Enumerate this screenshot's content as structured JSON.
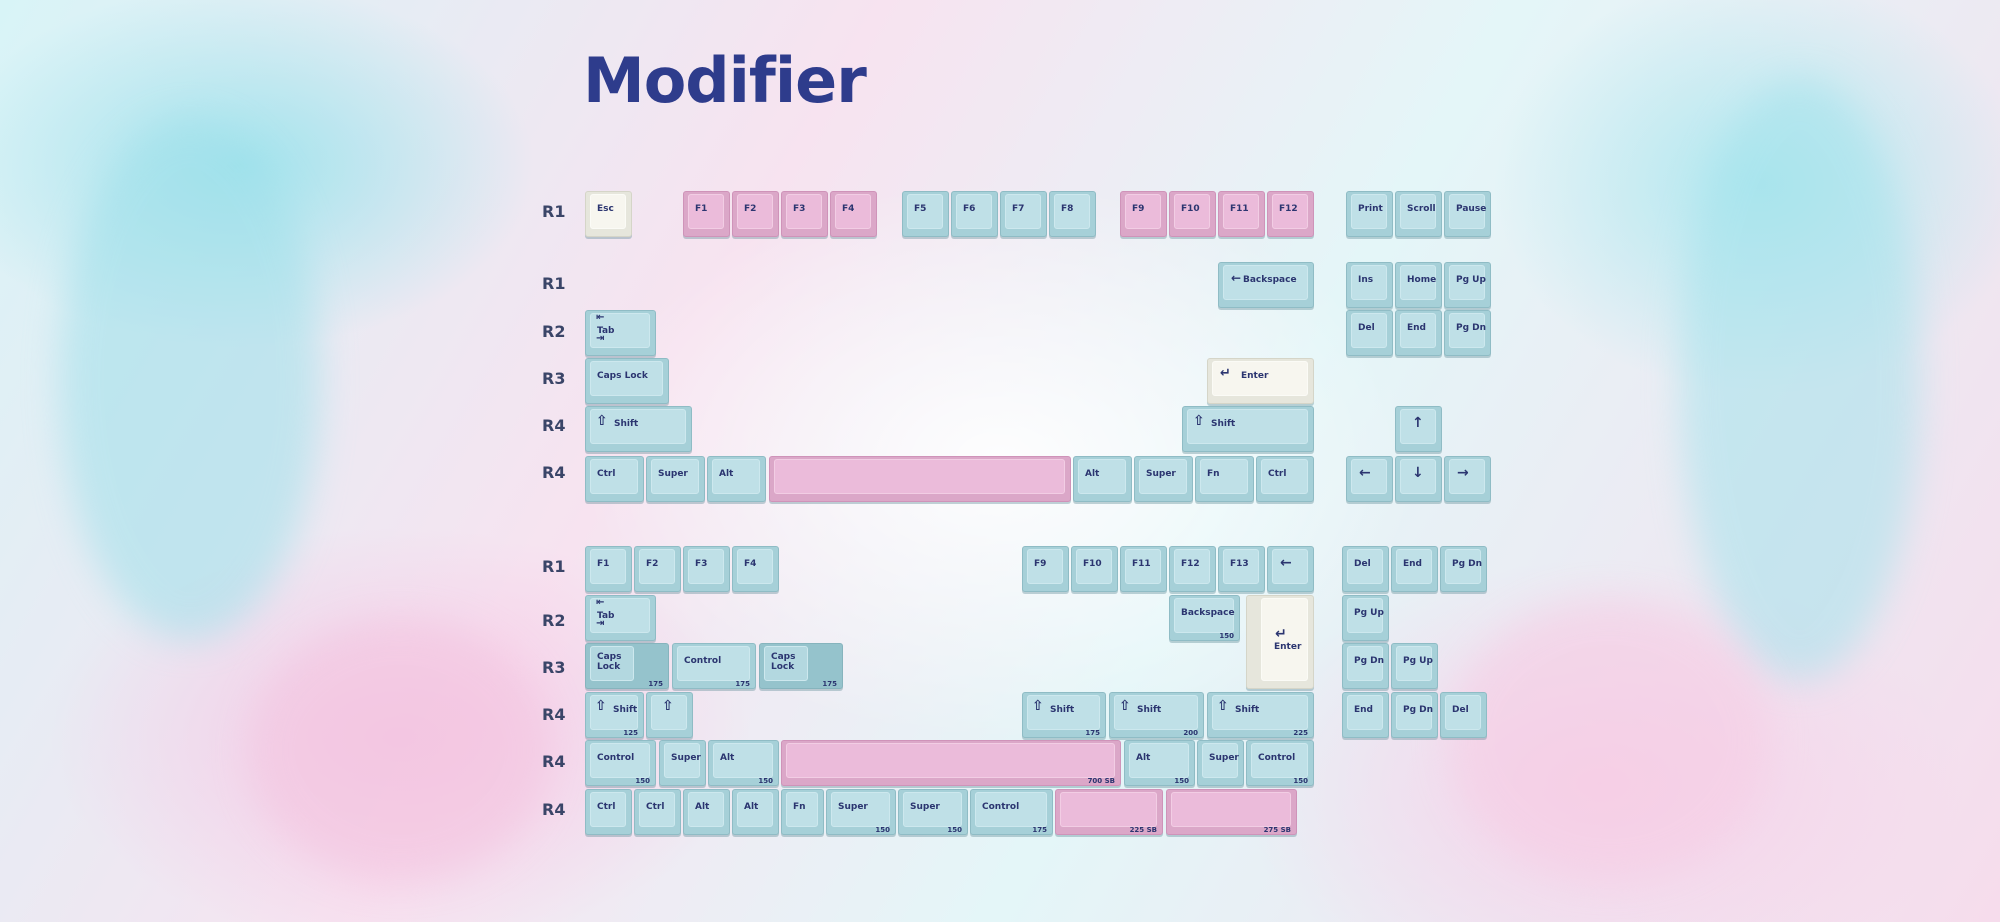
{
  "title": "Modifier",
  "colors": {
    "base": "#bfe0e7",
    "accent_pink": "#ebbbda",
    "accent_white": "#f7f6ef",
    "text": "#2b3570"
  },
  "row_labels": [
    "R1",
    "R1",
    "R2",
    "R3",
    "R4",
    "R4",
    "R1",
    "R2",
    "R3",
    "R4",
    "R4",
    "R4"
  ],
  "keys": {
    "esc": "Esc",
    "f1": "F1",
    "f2": "F2",
    "f3": "F3",
    "f4": "F4",
    "f5": "F5",
    "f6": "F6",
    "f7": "F7",
    "f8": "F8",
    "f9": "F9",
    "f10": "F10",
    "f11": "F11",
    "f12": "F12",
    "f13": "F13",
    "print": "Print",
    "scroll": "Scroll",
    "pause": "Pause",
    "backspace": "Backspace",
    "ins": "Ins",
    "home": "Home",
    "pgup": "Pg Up",
    "del": "Del",
    "end": "End",
    "pgdn": "Pg Dn",
    "tab": "Tab",
    "caps_lock": "Caps Lock",
    "caps": "Caps",
    "lock": "Lock",
    "enter": "Enter",
    "shift": "Shift",
    "ctrl": "Ctrl",
    "super": "Super",
    "alt": "Alt",
    "fn": "Fn",
    "control": "Control",
    "pgup2": "Pg Up",
    "pgdn2": "Pg Dn"
  },
  "sizes": {
    "s150": "150",
    "s175": "175",
    "s125": "125",
    "s200": "200",
    "s225": "225",
    "s700sb": "700 SB",
    "s225sb": "225 SB",
    "s275sb": "275 SB"
  },
  "icons": {
    "backspace_arrow": "arrow-left-icon",
    "enter_arrow": "enter-icon",
    "shift_arrow": "shift-icon",
    "tab_arrows": "tab-icon",
    "arrow_up": "arrow-up-icon",
    "arrow_down": "arrow-down-icon",
    "arrow_left": "arrow-left-icon",
    "arrow_right": "arrow-right-icon"
  }
}
